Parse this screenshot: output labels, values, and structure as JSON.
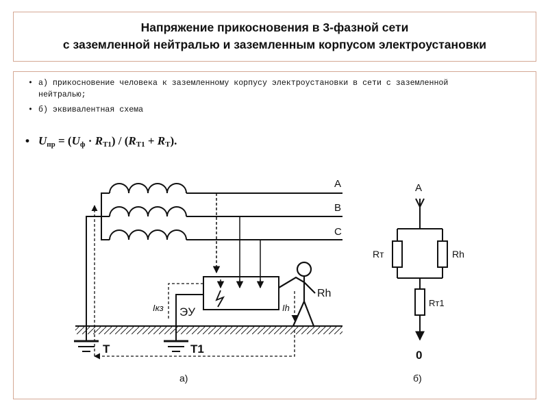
{
  "title": {
    "line1": "Напряжение прикосновения в 3-фазной сети",
    "line2": "с заземленной нейтралью и заземленным корпусом электроустановки"
  },
  "bullets": [
    {
      "marker": "•",
      "text": "а) прикосновение человека к заземленному корпусу электроустановки в сети с заземленной нейтралью;"
    },
    {
      "marker": "•",
      "text": "б) эквивалентная схема"
    }
  ],
  "formula": {
    "marker": "•",
    "u": "U",
    "u_sub": "пр",
    "eq": " = (",
    "u2": "U",
    "u2_sub": "ф",
    "mid1": " · ",
    "r1": "R",
    "r1_sub": "T1",
    "mid2": ") / (",
    "r2": "R",
    "r2_sub": "T1",
    "plus": " + ",
    "r3": "R",
    "r3_sub": "T",
    "end": ")."
  },
  "diagram_a": {
    "phase_a": "A",
    "phase_b": "B",
    "phase_c": "C",
    "device": "ЭУ",
    "current_kz": "Iкз",
    "current_h": "Ih",
    "human_resistance": "Rh",
    "ground_t": "T",
    "ground_t1": "T1",
    "caption": "а)"
  },
  "diagram_b": {
    "top": "A",
    "rt": "Rт",
    "rh": "Rh",
    "rt1": "Rт1",
    "bottom": "0",
    "caption": "б)"
  }
}
